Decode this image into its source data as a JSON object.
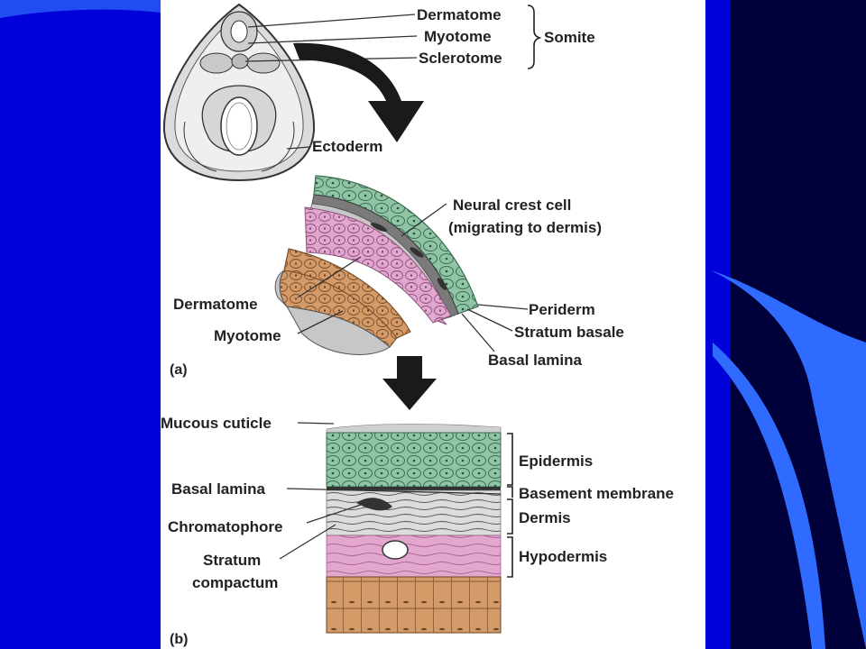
{
  "slide": {
    "colors": {
      "background": "#0000d8",
      "navy": "#00003a",
      "accent": "#2f6bff",
      "panel": "#ffffff"
    }
  },
  "figure": {
    "embryo_labels": {
      "dermatome": "Dermatome",
      "myotome": "Myotome",
      "sclerotome": "Sclerotome",
      "somite": "Somite",
      "ectoderm": "Ectoderm"
    },
    "part_a_labels": {
      "neural_crest": "Neural crest cell",
      "neural_crest_note": "(migrating to dermis)",
      "dermatome": "Dermatome",
      "myotome": "Myotome",
      "periderm": "Periderm",
      "stratum_basale": "Stratum basale",
      "basal_lamina": "Basal lamina",
      "panel_letter": "(a)"
    },
    "part_b_labels": {
      "mucous_cuticle": "Mucous cuticle",
      "basal_lamina": "Basal lamina",
      "chromatophore": "Chromatophore",
      "stratum": "Stratum",
      "compactum": "compactum",
      "epidermis": "Epidermis",
      "basement_membrane": "Basement membrane",
      "dermis": "Dermis",
      "hypodermis": "Hypodermis",
      "panel_letter": "(b)"
    },
    "tissue_colors": {
      "epidermis": "#8fc4a4",
      "dermis": "#e3a6cf",
      "myotome": "#d49a68",
      "grey": "#c7c7c7"
    }
  }
}
